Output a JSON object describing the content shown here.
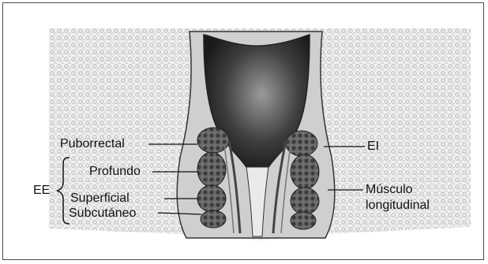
{
  "labels": {
    "puborrectal": "Puborrectal",
    "profundo": "Profundo",
    "ee": "EE",
    "superficial": "Superficial",
    "subcutaneo": "Subcutáneo",
    "ei": "EI",
    "musculo_line1": "Músculo",
    "musculo_line2": "longitudinal"
  },
  "colors": {
    "frame": "#4a4a4a",
    "tissue": "#dcdcdc",
    "canal_dark": "#3a3a3a",
    "muscle": "#555555"
  }
}
